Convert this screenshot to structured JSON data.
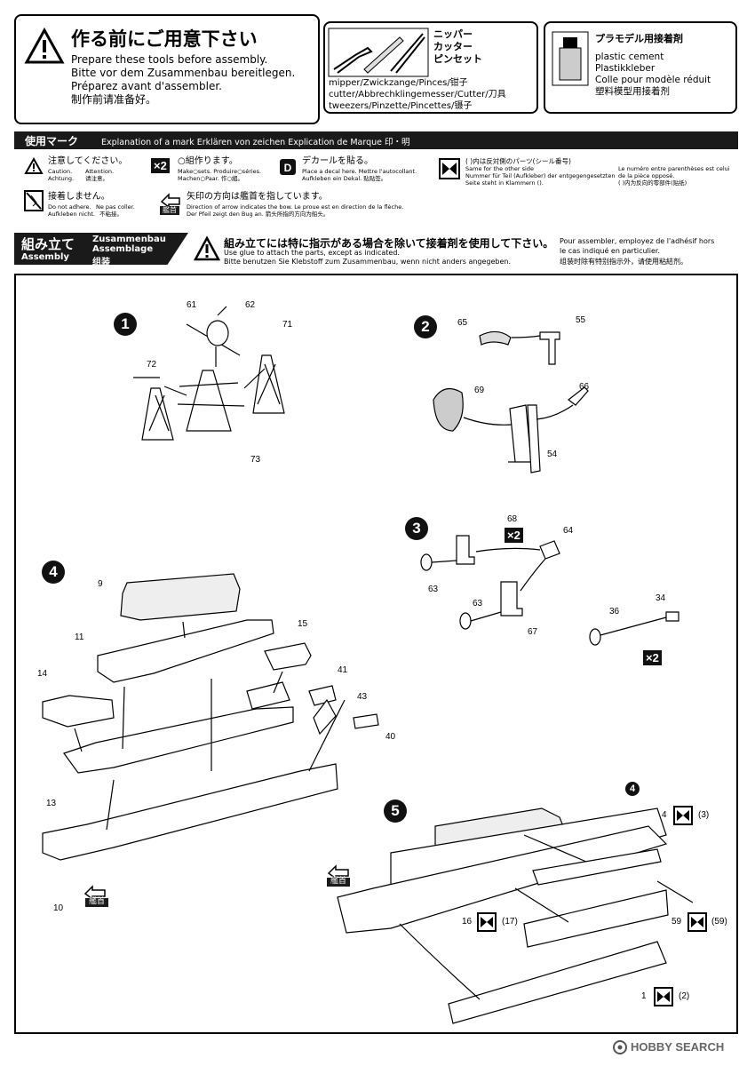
{
  "prep": {
    "title": "作る前にご用意下さい",
    "lines": [
      "Prepare these tools before assembly.",
      "Bitte vor dem Zusammenbau bereitlegen.",
      "Préparez avant d'assembler.",
      "制作前请准备好。"
    ],
    "tools_title": [
      "ニッパー",
      "カッター",
      "ピンセット"
    ],
    "tools_lines": [
      "mipper/Zwickzange/Pinces/钳子",
      "cutter/Abbrechklingemesser/Cutter/刀具",
      "tweezers/Pinzette/Pincettes/镊子"
    ],
    "cement_title": "プラモデル用接着剤",
    "cement_lines": [
      "plastic cement",
      "Plastikkleber",
      "Colle pour modèle réduit",
      "塑料模型用接着剂"
    ]
  },
  "marks": {
    "header": "使用マーク",
    "header_sub": "Explanation of a mark  Erklären von zeichen  Explication de Marque  印・明",
    "caution": {
      "jp": "注意してください。",
      "l1a": "Caution.",
      "l1b": "Attention.",
      "l2a": "Achtung.",
      "l2b": "请注意。"
    },
    "make": {
      "badge": "×2",
      "jp": "○組作ります。",
      "l1": "Make○sets.   Produire○séries.",
      "l2": "Machen○Paar.  作○組。"
    },
    "decal": {
      "jp": "デカールを貼る。",
      "l1": "Place a decal here.   Mettre l'autocollant.",
      "l2": "Aufkleben ein Dekal. 贴贴签。"
    },
    "opposite": {
      "jp": "( )内は反対側のパーツ(シール番号)",
      "l1": "Same for the other side",
      "l2": "Nummer für Teil (Aufkleber) der entgegengesetzten",
      "l3": "Seite steht in Klammern ().",
      "r1": "Le numéro entre parenthèses est celui",
      "r2": "de la pièce opposé.",
      "r3": "( )内为反向的零部件(贴纸)"
    },
    "noglue": {
      "jp": "接着しません。",
      "l1a": "Do not adhere.",
      "l1b": "Ne pas coller.",
      "l2a": "Aufkleben nicht.",
      "l2b": "不粘接。"
    },
    "arrow": {
      "jp": "矢印の方向は艦首を指しています。",
      "badge": "艦首",
      "l1": "Direction of arrow indicates the bow.  Le proue est en direction de la flèche.",
      "l2": "Der Pfeil zeigt den Bug an.           箭头所指的方向为船头。"
    }
  },
  "assembly": {
    "title_jp": "組み立て",
    "title_en": "Assembly",
    "title_de": "Zusammenbau",
    "title_fr": "Assemblage",
    "title_cn": "组装",
    "notice_jp": "組み立てには特に指示がある場合を除いて接着剤を使用して下さい。",
    "notice_en": "Use glue to attach the parts, except as indicated.",
    "notice_de": "Bitte benutzen Sie Klebstoff zum Zusammenbau, wenn nicht anders angegeben.",
    "notice_fr1": "Pour assembler, employez de l'adhésif hors",
    "notice_fr2": "le cas indiqué en particulier.",
    "notice_cn": "组装时除有特别指示外，请使用粘結剂。"
  },
  "steps": {
    "s1": {
      "n": "1",
      "parts": [
        "61",
        "62",
        "71",
        "72",
        "73"
      ]
    },
    "s2": {
      "n": "2",
      "parts": [
        "65",
        "55",
        "69",
        "66",
        "54"
      ]
    },
    "s3": {
      "n": "3",
      "parts": [
        "68",
        "64",
        "63",
        "63",
        "67",
        "34",
        "36"
      ],
      "mult1": "×2",
      "mult2": "×2"
    },
    "s4": {
      "n": "4",
      "parts": [
        "9",
        "11",
        "15",
        "14",
        "41",
        "43",
        "40",
        "13",
        "10"
      ],
      "bow": "艦首"
    },
    "s5": {
      "n": "5",
      "ref": "4",
      "bow": "艦首",
      "decals": [
        {
          "part": "4",
          "alt": "(3)"
        },
        {
          "part": "16",
          "alt": "(17)"
        },
        {
          "part": "59",
          "alt": "(59)"
        },
        {
          "part": "1",
          "alt": "(2)"
        }
      ]
    }
  },
  "footer": {
    "brand": "HOBBY SEARCH"
  }
}
